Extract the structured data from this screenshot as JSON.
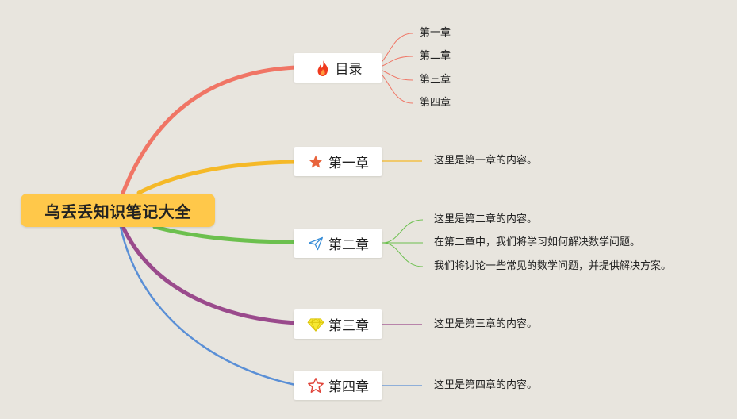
{
  "root": {
    "label": "乌丢丢知识笔记大全"
  },
  "branches": [
    {
      "id": "toc",
      "label": "目录",
      "icon": "fire-icon",
      "color": "#f07060",
      "children": [
        "第一章",
        "第二章",
        "第三章",
        "第四章"
      ]
    },
    {
      "id": "ch1",
      "label": "第一章",
      "icon": "star-icon",
      "color": "#f5b928",
      "children": [
        "这里是第一章的内容。"
      ]
    },
    {
      "id": "ch2",
      "label": "第二章",
      "icon": "paper-plane-icon",
      "color": "#6cc04e",
      "children": [
        "这里是第二章的内容。",
        "在第二章中，我们将学习如何解决数学问题。",
        "我们将讨论一些常见的数学问题，并提供解决方案。"
      ]
    },
    {
      "id": "ch3",
      "label": "第三章",
      "icon": "diamond-icon",
      "color": "#9a4a8c",
      "children": [
        "这里是第三章的内容。"
      ]
    },
    {
      "id": "ch4",
      "label": "第四章",
      "icon": "star-outline-icon",
      "color": "#5a8fd6",
      "children": [
        "这里是第四章的内容。"
      ]
    }
  ]
}
